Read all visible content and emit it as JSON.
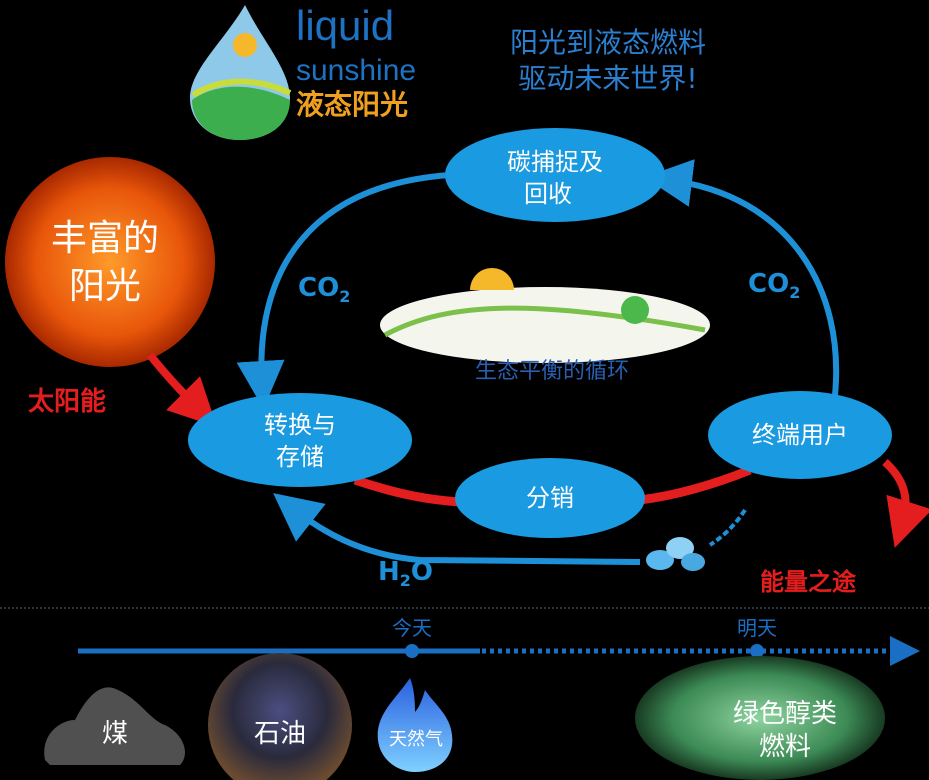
{
  "logo": {
    "line1": "liquid",
    "line2": "sunshine",
    "line3": "液态阳光"
  },
  "headline": {
    "line1": "阳光到液态燃料",
    "line2": "驱动未来世界!"
  },
  "sun": {
    "line1": "丰富的",
    "line2": "阳光"
  },
  "solar_energy": "太阳能",
  "nodes": {
    "capture": {
      "line1": "碳捕捉及",
      "line2": "回收"
    },
    "convert": {
      "line1": "转换与",
      "line2": "存储"
    },
    "distribute": {
      "line1": "分销"
    },
    "end_user": {
      "line1": "终端用户"
    }
  },
  "co2_left": "CO",
  "co2_right": "CO",
  "co2_sub": "2",
  "h2o": {
    "h": "H",
    "sub": "2",
    "o": "O"
  },
  "cycle_label": "生态平衡的循环",
  "energy_path": "能量之途",
  "timeline": {
    "today": "今天",
    "tomorrow": "明天"
  },
  "fuels": {
    "coal": "煤",
    "oil": "石油",
    "gas": "天然气",
    "green_line1": "绿色醇类",
    "green_line2": "燃料"
  },
  "colors": {
    "accent": "#1e90d8",
    "node": "#1a9ae0",
    "red": "#e41e1e",
    "timeline": "#1a6fc4"
  }
}
